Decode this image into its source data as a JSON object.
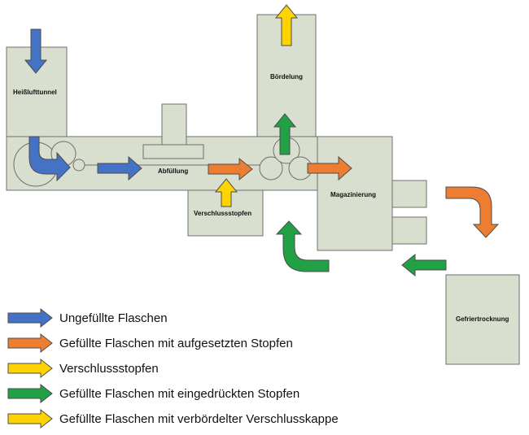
{
  "colors": {
    "machine_fill": "#d9dfce",
    "machine_stroke": "#6f6f6f",
    "blue": "#4472c4",
    "orange": "#ed7d31",
    "yellow": "#ffd300",
    "green": "#21a045",
    "arrow_stroke": "#4d4d4d"
  },
  "stations": {
    "hot_air_tunnel": "Heißlufttunnel",
    "filling": "Abfüllung",
    "stopper_feed": "Verschlussstopfen",
    "crimping": "Bördelung",
    "magazine": "Magazinierung",
    "freeze_drying": "Gefriertrocknung"
  },
  "legend": [
    {
      "label": "Ungefüllte Flaschen",
      "color": "blue"
    },
    {
      "label": "Gefüllte Flaschen mit aufgesetzten Stopfen",
      "color": "orange"
    },
    {
      "label": "Verschlussstopfen",
      "color": "yellow"
    },
    {
      "label": "Gefüllte Flaschen mit eingedrückten Stopfen",
      "color": "green"
    },
    {
      "label": "Gefüllte Flaschen mit verbördelter Verschlusskappe",
      "color": "yellow"
    }
  ]
}
